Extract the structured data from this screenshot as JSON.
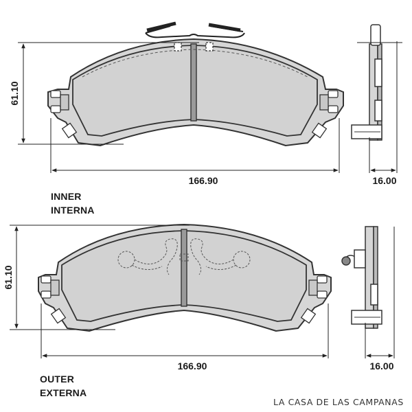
{
  "inner": {
    "label_en": "INNER",
    "label_es": "INTERNA",
    "height_dim": "61.10",
    "width_dim": "166.90",
    "thickness_dim": "16.00"
  },
  "outer": {
    "label_en": "OUTER",
    "label_es": "EXTERNA",
    "height_dim": "61.10",
    "width_dim": "166.90",
    "thickness_dim": "16.00"
  },
  "watermark": "LA CASA DE LAS CAMPANAS",
  "colors": {
    "pad_fill": "#d6d6d6",
    "outline": "#3a3a3a",
    "background": "#ffffff"
  }
}
